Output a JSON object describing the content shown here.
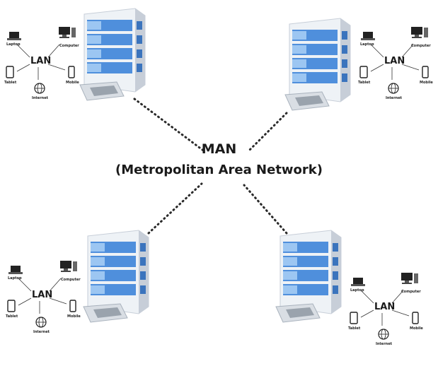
{
  "diagram": {
    "title": "MAN",
    "subtitle": "(Metropolitan Area Network)"
  },
  "clusters": [
    {
      "id": "tl",
      "hub": "LAN",
      "devices": {
        "laptop": "Laptop",
        "computer": "Computer",
        "tablet": "Tablet",
        "mobile": "Mobile",
        "internet": "Internet"
      }
    },
    {
      "id": "tr",
      "hub": "LAN",
      "devices": {
        "laptop": "Laptop",
        "computer": "Computer",
        "tablet": "Tablet",
        "mobile": "Mobile",
        "internet": "Internet"
      }
    },
    {
      "id": "bl",
      "hub": "LAN",
      "devices": {
        "laptop": "Laptop",
        "computer": "Computer",
        "tablet": "Tablet",
        "mobile": "Mobile",
        "internet": "Internet"
      }
    },
    {
      "id": "br",
      "hub": "LAN",
      "devices": {
        "laptop": "Laptop",
        "computer": "Computer",
        "tablet": "Tablet",
        "mobile": "Mobile",
        "internet": "Internet"
      }
    }
  ],
  "colors": {
    "glass": "#4f8fdc",
    "glass_light": "#9cc6f2",
    "frame": "#eef2f6",
    "frame_shade": "#c7ced8",
    "link_dots": "#2a2a2a"
  }
}
